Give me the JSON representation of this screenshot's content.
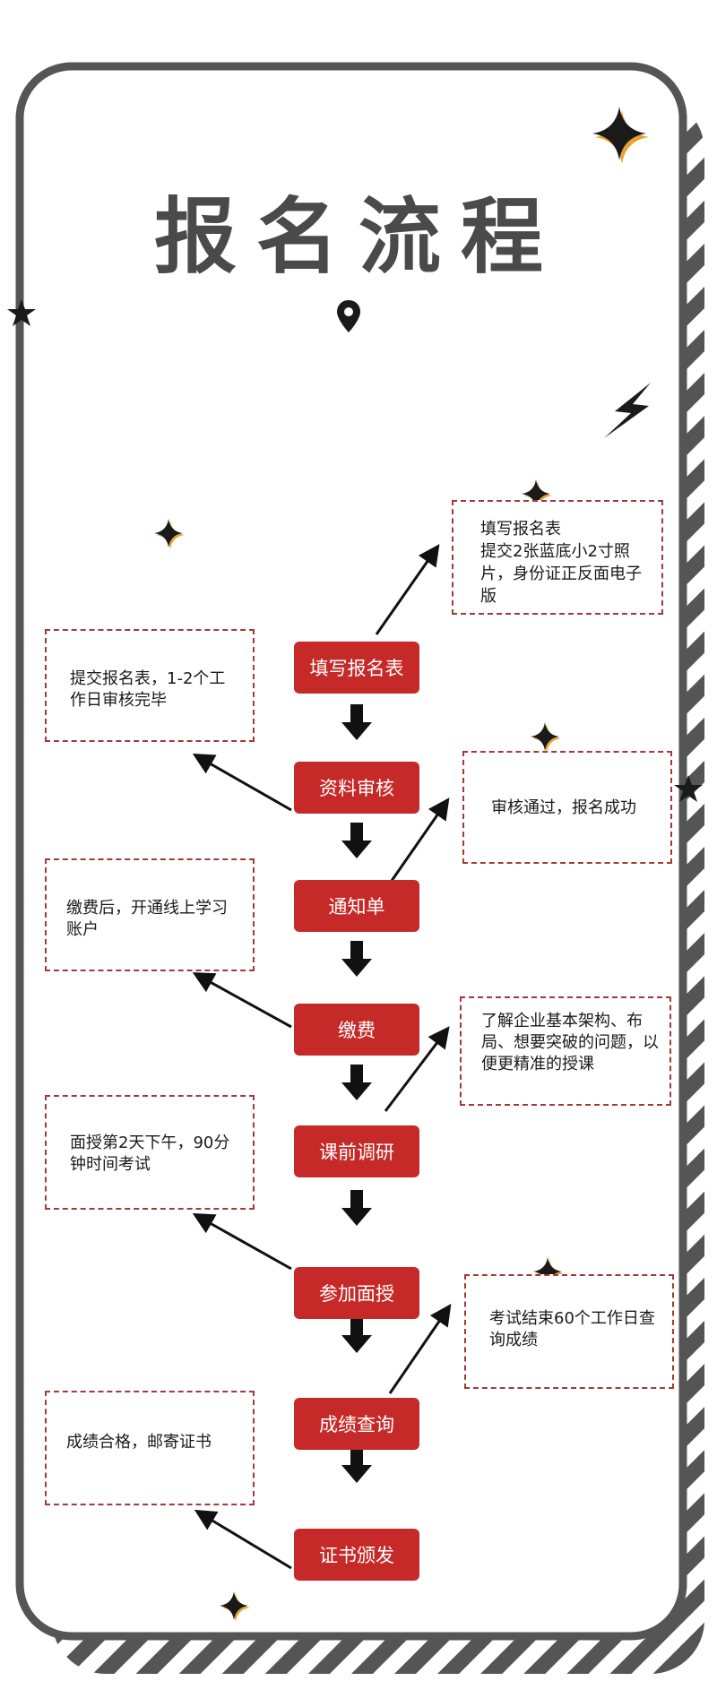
{
  "page": {
    "title": "报名流程"
  },
  "steps": [
    {
      "label": "填写报名表"
    },
    {
      "label": "资料审核"
    },
    {
      "label": "通知单"
    },
    {
      "label": "缴费"
    },
    {
      "label": "课前调研"
    },
    {
      "label": "参加面授"
    },
    {
      "label": "成绩查询"
    },
    {
      "label": "证书颁发"
    }
  ],
  "notes": [
    {
      "text": "填写报名表\n提交2张蓝底小2寸照片，身份证正反面电子版"
    },
    {
      "text": "提交报名表，1-2个工作日审核完毕"
    },
    {
      "text": "审核通过，报名成功"
    },
    {
      "text": "缴费后，开通线上学习账户"
    },
    {
      "text": "了解企业基本架构、布局、想要突破的问题，以便更精准的授课"
    },
    {
      "text": "面授第2天下午，90分钟时间考试"
    },
    {
      "text": "考试结束60个工作日查询成绩"
    },
    {
      "text": "成绩合格，邮寄证书"
    }
  ],
  "colors": {
    "step_fill": "#c62a28",
    "note_border": "#a23a38",
    "frame": "#555555",
    "title": "#4a4a4a"
  },
  "icons": {
    "location": "map-pin-icon",
    "sparkle": "sparkle-icon",
    "lightning": "lightning-icon",
    "star": "star-icon"
  }
}
